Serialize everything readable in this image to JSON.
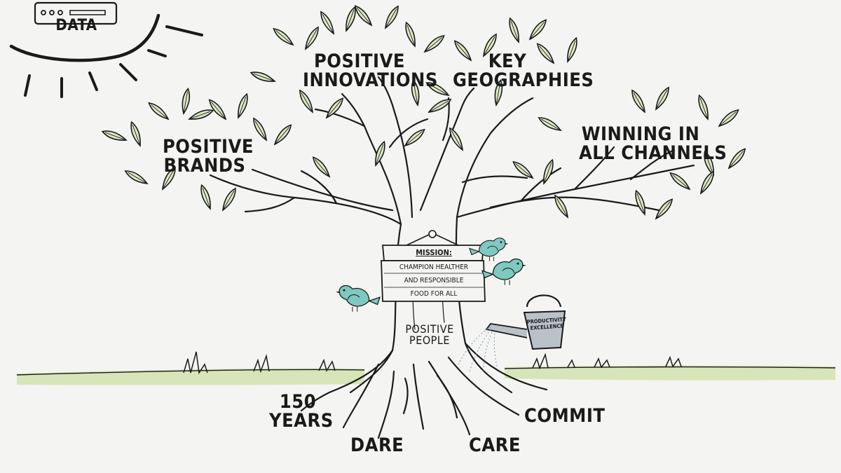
{
  "data_label": "DATA",
  "branches": {
    "positive_brands": [
      "POSITIVE",
      "BRANDS"
    ],
    "positive_innovations": [
      "POSITIVE",
      "INNOVATIONS"
    ],
    "key_geographies": [
      "KEY",
      "GEOGRAPHIES"
    ],
    "winning_channels": [
      "WINNING IN",
      "ALL CHANNELS"
    ]
  },
  "sign": {
    "title": "MISSION:",
    "lines": [
      "CHAMPION HEALTHER",
      "AND RESPONSIBLE",
      "FOOD FOR ALL"
    ]
  },
  "trunk": [
    "POSITIVE",
    "PEOPLE"
  ],
  "watering_can": [
    "PRODUCTIVITY",
    "EXCELLENCE"
  ],
  "roots": {
    "years": [
      "150",
      "YEARS"
    ],
    "dare": "DARE",
    "care": "CARE",
    "commit": "COMMIT"
  },
  "colors": {
    "leaf": "#dde9c6",
    "grass": "#d8e5b9",
    "bird": "#7ec9c1",
    "ink": "#1a1a1a",
    "can": "#b9c2c8"
  }
}
